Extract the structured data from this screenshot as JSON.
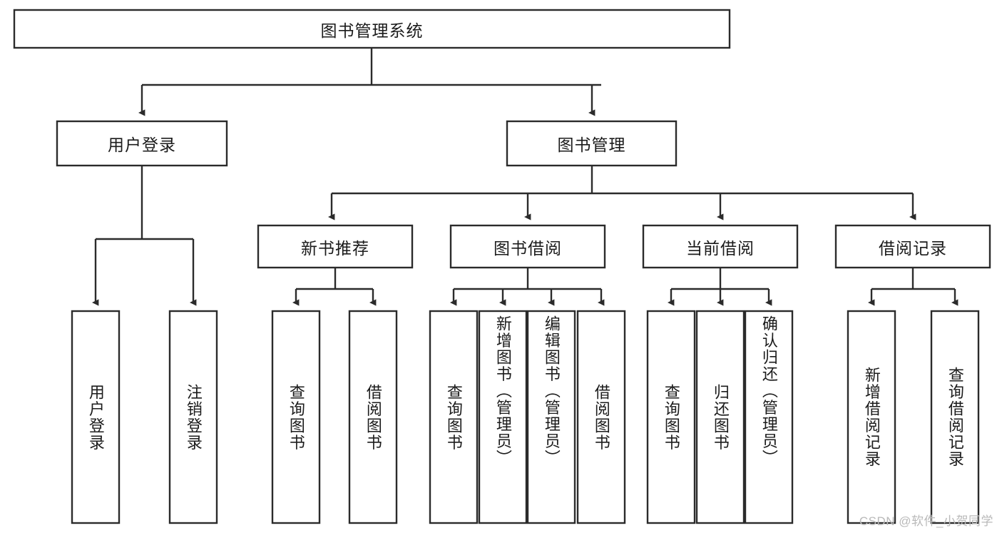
{
  "diagram": {
    "title": "图书管理系统",
    "type": "tree",
    "root": {
      "id": "root",
      "label": "图书管理系统",
      "orientation": "horizontal"
    },
    "level1": [
      {
        "id": "user-login",
        "label": "用户登录",
        "orientation": "horizontal"
      },
      {
        "id": "book-management",
        "label": "图书管理",
        "orientation": "horizontal"
      }
    ],
    "level2": [
      {
        "id": "new-book-recommend",
        "label": "新书推荐",
        "orientation": "horizontal",
        "parent": "book-management"
      },
      {
        "id": "book-borrow",
        "label": "图书借阅",
        "orientation": "horizontal",
        "parent": "book-management"
      },
      {
        "id": "current-borrow",
        "label": "当前借阅",
        "orientation": "horizontal",
        "parent": "book-management"
      },
      {
        "id": "borrow-record",
        "label": "借阅记录",
        "orientation": "horizontal",
        "parent": "book-management"
      }
    ],
    "leaves": [
      {
        "id": "leaf-user-login",
        "label": "用户登录",
        "orientation": "vertical",
        "parent": "user-login"
      },
      {
        "id": "leaf-logout",
        "label": "注销登录",
        "orientation": "vertical",
        "parent": "user-login"
      },
      {
        "id": "leaf-query-book-1",
        "label": "查询图书",
        "orientation": "vertical",
        "parent": "new-book-recommend"
      },
      {
        "id": "leaf-borrow-book-1",
        "label": "借阅图书",
        "orientation": "vertical",
        "parent": "new-book-recommend"
      },
      {
        "id": "leaf-query-book-2",
        "label": "查询图书",
        "orientation": "vertical",
        "parent": "book-borrow"
      },
      {
        "id": "leaf-add-book",
        "label": "新增图书（管理员）",
        "orientation": "vertical",
        "parent": "book-borrow"
      },
      {
        "id": "leaf-edit-book",
        "label": "编辑图书（管理员）",
        "orientation": "vertical",
        "parent": "book-borrow"
      },
      {
        "id": "leaf-borrow-book-2",
        "label": "借阅图书",
        "orientation": "vertical",
        "parent": "book-borrow"
      },
      {
        "id": "leaf-query-book-3",
        "label": "查询图书",
        "orientation": "vertical",
        "parent": "current-borrow"
      },
      {
        "id": "leaf-return-book",
        "label": "归还图书",
        "orientation": "vertical",
        "parent": "current-borrow"
      },
      {
        "id": "leaf-confirm-return",
        "label": "确认归还（管理员）",
        "orientation": "vertical",
        "parent": "current-borrow"
      },
      {
        "id": "leaf-add-record",
        "label": "新增借阅记录",
        "orientation": "vertical",
        "parent": "borrow-record"
      },
      {
        "id": "leaf-query-record",
        "label": "查询借阅记录",
        "orientation": "vertical",
        "parent": "borrow-record"
      }
    ],
    "colors": {
      "stroke": "#2b2b2b",
      "fill": "#ffffff",
      "text": "#1b1b1b",
      "watermark": "#b9b9b9"
    }
  },
  "watermark": {
    "text": "CSDN @软件_小贺同学"
  }
}
